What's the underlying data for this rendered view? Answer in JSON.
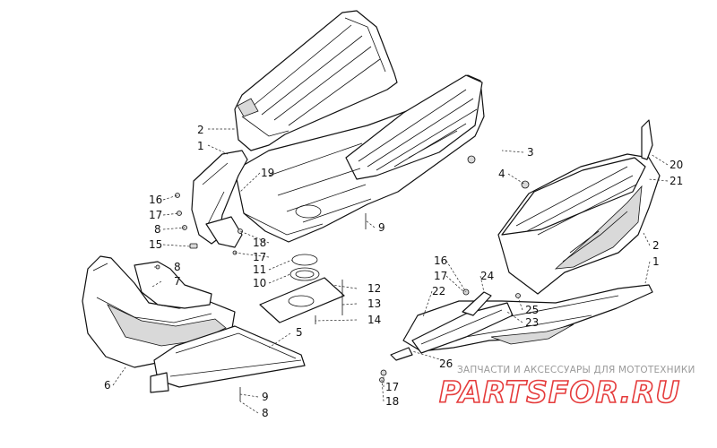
{
  "callouts": [
    {
      "id": "c-2a",
      "label": "2"
    },
    {
      "id": "c-1a",
      "label": "1"
    },
    {
      "id": "c-19",
      "label": "19"
    },
    {
      "id": "c-16a",
      "label": "16"
    },
    {
      "id": "c-17a",
      "label": "17"
    },
    {
      "id": "c-8a",
      "label": "8"
    },
    {
      "id": "c-15",
      "label": "15"
    },
    {
      "id": "c-8b",
      "label": "8"
    },
    {
      "id": "c-7",
      "label": "7"
    },
    {
      "id": "c-18a",
      "label": "18"
    },
    {
      "id": "c-17b",
      "label": "17"
    },
    {
      "id": "c-11",
      "label": "11"
    },
    {
      "id": "c-10",
      "label": "10"
    },
    {
      "id": "c-9a",
      "label": "9"
    },
    {
      "id": "c-12",
      "label": "12"
    },
    {
      "id": "c-13",
      "label": "13"
    },
    {
      "id": "c-14",
      "label": "14"
    },
    {
      "id": "c-5",
      "label": "5"
    },
    {
      "id": "c-6",
      "label": "6"
    },
    {
      "id": "c-9b",
      "label": "9"
    },
    {
      "id": "c-8c",
      "label": "8"
    },
    {
      "id": "c-3",
      "label": "3"
    },
    {
      "id": "c-4",
      "label": "4"
    },
    {
      "id": "c-20",
      "label": "20"
    },
    {
      "id": "c-21",
      "label": "21"
    },
    {
      "id": "c-2b",
      "label": "2"
    },
    {
      "id": "c-1b",
      "label": "1"
    },
    {
      "id": "c-16b",
      "label": "16"
    },
    {
      "id": "c-17c",
      "label": "17"
    },
    {
      "id": "c-24",
      "label": "24"
    },
    {
      "id": "c-22",
      "label": "22"
    },
    {
      "id": "c-25",
      "label": "25"
    },
    {
      "id": "c-23",
      "label": "23"
    },
    {
      "id": "c-26",
      "label": "26"
    },
    {
      "id": "c-17d",
      "label": "17"
    },
    {
      "id": "c-18b",
      "label": "18"
    }
  ],
  "watermark": {
    "tagline": "ЗАПЧАСТИ И АКСЕССУАРЫ ДЛЯ МОТОТЕХНИКИ",
    "brand": "PARTSFOR.RU"
  },
  "colors": {
    "watermark_brand": "#e53b3b",
    "watermark_tagline": "#9a9a9a",
    "line": "#111111"
  }
}
